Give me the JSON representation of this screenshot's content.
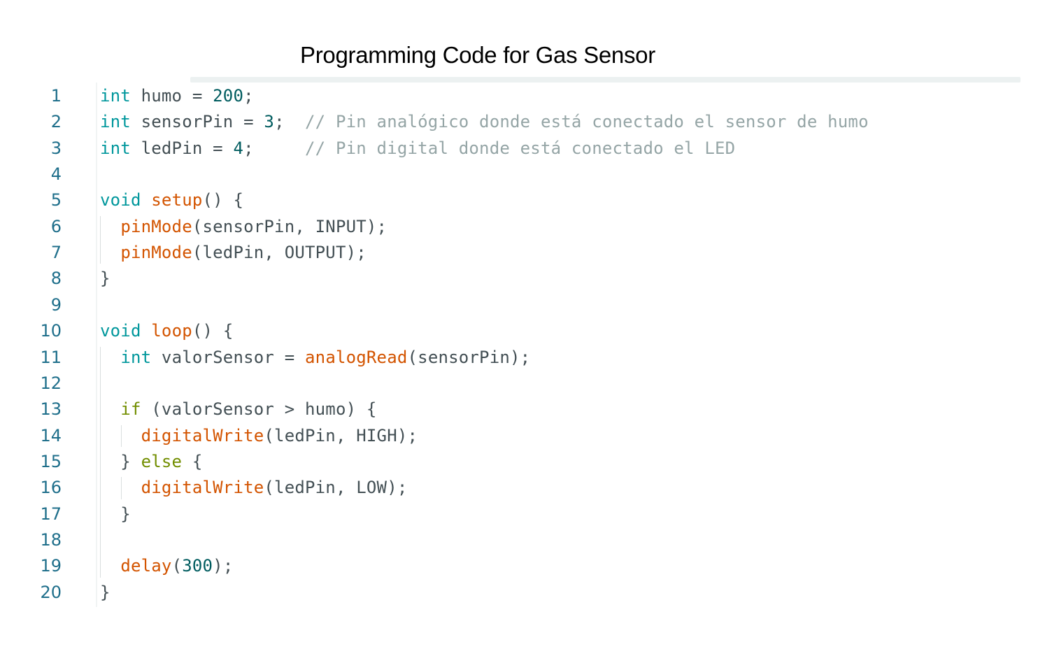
{
  "title": "Programming Code for Gas Sensor",
  "colors": {
    "line_number": "#1f6f8b",
    "keyword_type": "#00979c",
    "function": "#d35400",
    "number": "#005c5f",
    "control": "#728e00",
    "comment": "#95a5a6",
    "plain": "#434f54",
    "top_bar": "#ecf1f1"
  },
  "code": {
    "language": "Arduino C++",
    "lines": [
      {
        "n": "1",
        "tokens": [
          {
            "t": "kw",
            "v": "int"
          },
          {
            "t": "p",
            "v": " humo = "
          },
          {
            "t": "num",
            "v": "200"
          },
          {
            "t": "p",
            "v": ";"
          }
        ]
      },
      {
        "n": "2",
        "tokens": [
          {
            "t": "kw",
            "v": "int"
          },
          {
            "t": "p",
            "v": " sensorPin = "
          },
          {
            "t": "num",
            "v": "3"
          },
          {
            "t": "p",
            "v": ";  "
          },
          {
            "t": "cm",
            "v": "// Pin analógico donde está conectado el sensor de humo"
          }
        ]
      },
      {
        "n": "3",
        "tokens": [
          {
            "t": "kw",
            "v": "int"
          },
          {
            "t": "p",
            "v": " ledPin = "
          },
          {
            "t": "num",
            "v": "4"
          },
          {
            "t": "p",
            "v": ";     "
          },
          {
            "t": "cm",
            "v": "// Pin digital donde está conectado el LED"
          }
        ]
      },
      {
        "n": "4",
        "tokens": []
      },
      {
        "n": "5",
        "tokens": [
          {
            "t": "kw",
            "v": "void"
          },
          {
            "t": "p",
            "v": " "
          },
          {
            "t": "fn",
            "v": "setup"
          },
          {
            "t": "p",
            "v": "() {"
          }
        ]
      },
      {
        "n": "6",
        "tokens": [
          {
            "t": "p",
            "v": "  "
          },
          {
            "t": "fn",
            "v": "pinMode"
          },
          {
            "t": "p",
            "v": "(sensorPin, INPUT);"
          }
        ]
      },
      {
        "n": "7",
        "tokens": [
          {
            "t": "p",
            "v": "  "
          },
          {
            "t": "fn",
            "v": "pinMode"
          },
          {
            "t": "p",
            "v": "(ledPin, OUTPUT);"
          }
        ]
      },
      {
        "n": "8",
        "tokens": [
          {
            "t": "p",
            "v": "}"
          }
        ]
      },
      {
        "n": "9",
        "tokens": []
      },
      {
        "n": "10",
        "tokens": [
          {
            "t": "kw",
            "v": "void"
          },
          {
            "t": "p",
            "v": " "
          },
          {
            "t": "fn",
            "v": "loop"
          },
          {
            "t": "p",
            "v": "() {"
          }
        ]
      },
      {
        "n": "11",
        "tokens": [
          {
            "t": "p",
            "v": "  "
          },
          {
            "t": "kw",
            "v": "int"
          },
          {
            "t": "p",
            "v": " valorSensor = "
          },
          {
            "t": "fn",
            "v": "analogRead"
          },
          {
            "t": "p",
            "v": "(sensorPin);"
          }
        ]
      },
      {
        "n": "12",
        "tokens": []
      },
      {
        "n": "13",
        "tokens": [
          {
            "t": "p",
            "v": "  "
          },
          {
            "t": "ctl",
            "v": "if"
          },
          {
            "t": "p",
            "v": " (valorSensor > humo) {"
          }
        ]
      },
      {
        "n": "14",
        "tokens": [
          {
            "t": "p",
            "v": "    "
          },
          {
            "t": "fn",
            "v": "digitalWrite"
          },
          {
            "t": "p",
            "v": "(ledPin, HIGH);"
          }
        ]
      },
      {
        "n": "15",
        "tokens": [
          {
            "t": "p",
            "v": "  } "
          },
          {
            "t": "ctl",
            "v": "else"
          },
          {
            "t": "p",
            "v": " {"
          }
        ]
      },
      {
        "n": "16",
        "tokens": [
          {
            "t": "p",
            "v": "    "
          },
          {
            "t": "fn",
            "v": "digitalWrite"
          },
          {
            "t": "p",
            "v": "(ledPin, LOW);"
          }
        ]
      },
      {
        "n": "17",
        "tokens": [
          {
            "t": "p",
            "v": "  }"
          }
        ]
      },
      {
        "n": "18",
        "tokens": []
      },
      {
        "n": "19",
        "tokens": [
          {
            "t": "p",
            "v": "  "
          },
          {
            "t": "fn",
            "v": "delay"
          },
          {
            "t": "p",
            "v": "("
          },
          {
            "t": "num",
            "v": "300"
          },
          {
            "t": "p",
            "v": ");"
          }
        ]
      },
      {
        "n": "20",
        "tokens": [
          {
            "t": "p",
            "v": "}"
          }
        ]
      }
    ]
  },
  "indent_guides": [
    {
      "level": 1,
      "from_line": 6,
      "to_line": 7
    },
    {
      "level": 1,
      "from_line": 11,
      "to_line": 19
    },
    {
      "level": 2,
      "from_line": 14,
      "to_line": 14
    },
    {
      "level": 2,
      "from_line": 16,
      "to_line": 16
    }
  ]
}
